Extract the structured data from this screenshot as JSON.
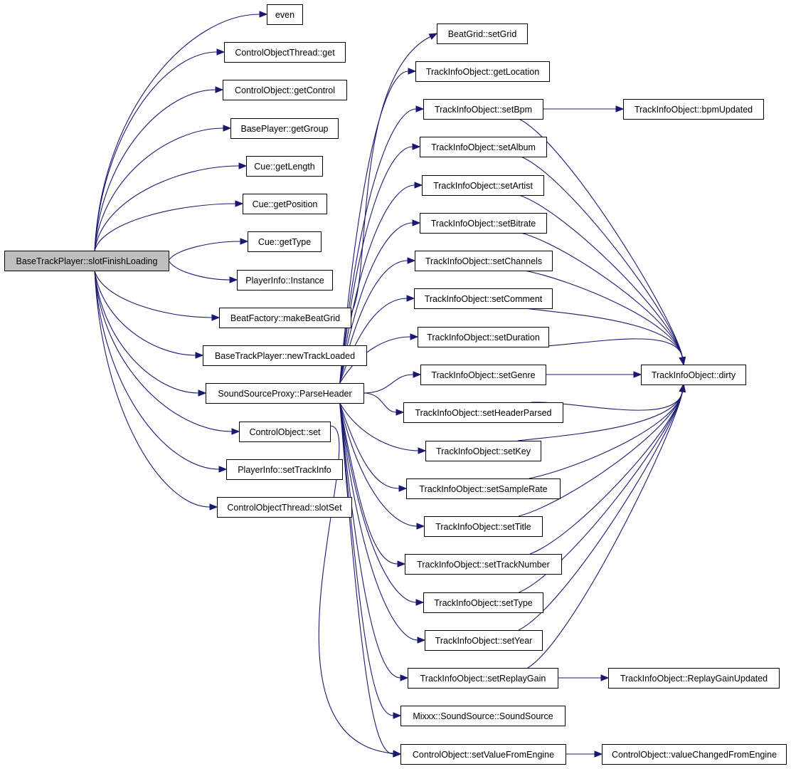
{
  "nodes": [
    {
      "id": "root",
      "label": "BaseTrackPlayer::slotFinishLoading",
      "root": true
    },
    {
      "id": "even",
      "label": "even"
    },
    {
      "id": "cot_get",
      "label": "ControlObjectThread::get"
    },
    {
      "id": "co_getControl",
      "label": "ControlObject::getControl"
    },
    {
      "id": "bp_getGroup",
      "label": "BasePlayer::getGroup"
    },
    {
      "id": "cue_getLength",
      "label": "Cue::getLength"
    },
    {
      "id": "cue_getPosition",
      "label": "Cue::getPosition"
    },
    {
      "id": "cue_getType",
      "label": "Cue::getType"
    },
    {
      "id": "pi_instance",
      "label": "PlayerInfo::Instance"
    },
    {
      "id": "bf_make",
      "label": "BeatFactory::makeBeatGrid"
    },
    {
      "id": "btp_new",
      "label": "BaseTrackPlayer::newTrackLoaded"
    },
    {
      "id": "ssp_parse",
      "label": "SoundSourceProxy::ParseHeader"
    },
    {
      "id": "co_set",
      "label": "ControlObject::set"
    },
    {
      "id": "pi_set",
      "label": "PlayerInfo::setTrackInfo"
    },
    {
      "id": "cot_slotSet",
      "label": "ControlObjectThread::slotSet"
    },
    {
      "id": "bg_setGrid",
      "label": "BeatGrid::setGrid"
    },
    {
      "id": "tio_getLocation",
      "label": "TrackInfoObject::getLocation"
    },
    {
      "id": "tio_setBpm",
      "label": "TrackInfoObject::setBpm"
    },
    {
      "id": "tio_setAlbum",
      "label": "TrackInfoObject::setAlbum"
    },
    {
      "id": "tio_setArtist",
      "label": "TrackInfoObject::setArtist"
    },
    {
      "id": "tio_setBitrate",
      "label": "TrackInfoObject::setBitrate"
    },
    {
      "id": "tio_setChannels",
      "label": "TrackInfoObject::setChannels"
    },
    {
      "id": "tio_setComment",
      "label": "TrackInfoObject::setComment"
    },
    {
      "id": "tio_setDuration",
      "label": "TrackInfoObject::setDuration"
    },
    {
      "id": "tio_setGenre",
      "label": "TrackInfoObject::setGenre"
    },
    {
      "id": "tio_setHeaderParsed",
      "label": "TrackInfoObject::setHeaderParsed"
    },
    {
      "id": "tio_setKey",
      "label": "TrackInfoObject::setKey"
    },
    {
      "id": "tio_setSampleRate",
      "label": "TrackInfoObject::setSampleRate"
    },
    {
      "id": "tio_setTitle",
      "label": "TrackInfoObject::setTitle"
    },
    {
      "id": "tio_setTrackNumber",
      "label": "TrackInfoObject::setTrackNumber"
    },
    {
      "id": "tio_setType",
      "label": "TrackInfoObject::setType"
    },
    {
      "id": "tio_setYear",
      "label": "TrackInfoObject::setYear"
    },
    {
      "id": "tio_setReplayGain",
      "label": "TrackInfoObject::setReplayGain"
    },
    {
      "id": "mixxx_ss",
      "label": "Mixxx::SoundSource::SoundSource"
    },
    {
      "id": "co_setVFE",
      "label": "ControlObject::setValueFromEngine"
    },
    {
      "id": "tio_bpmUpdated",
      "label": "TrackInfoObject::bpmUpdated"
    },
    {
      "id": "tio_dirty",
      "label": "TrackInfoObject::dirty"
    },
    {
      "id": "tio_rgUpdated",
      "label": "TrackInfoObject::ReplayGainUpdated"
    },
    {
      "id": "co_vcfe",
      "label": "ControlObject::valueChangedFromEngine"
    }
  ],
  "edges": [
    [
      "root",
      "even"
    ],
    [
      "root",
      "cot_get"
    ],
    [
      "root",
      "co_getControl"
    ],
    [
      "root",
      "bp_getGroup"
    ],
    [
      "root",
      "cue_getLength"
    ],
    [
      "root",
      "cue_getPosition"
    ],
    [
      "root",
      "cue_getType"
    ],
    [
      "root",
      "pi_instance"
    ],
    [
      "root",
      "bf_make"
    ],
    [
      "root",
      "btp_new"
    ],
    [
      "root",
      "ssp_parse"
    ],
    [
      "root",
      "co_set"
    ],
    [
      "root",
      "pi_set"
    ],
    [
      "root",
      "cot_slotSet"
    ],
    [
      "bf_make",
      "bg_setGrid"
    ],
    [
      "ssp_parse",
      "tio_getLocation"
    ],
    [
      "ssp_parse",
      "tio_setBpm"
    ],
    [
      "ssp_parse",
      "tio_setAlbum"
    ],
    [
      "ssp_parse",
      "tio_setArtist"
    ],
    [
      "ssp_parse",
      "tio_setBitrate"
    ],
    [
      "ssp_parse",
      "tio_setChannels"
    ],
    [
      "ssp_parse",
      "tio_setComment"
    ],
    [
      "ssp_parse",
      "tio_setDuration"
    ],
    [
      "ssp_parse",
      "tio_setGenre"
    ],
    [
      "ssp_parse",
      "tio_setHeaderParsed"
    ],
    [
      "ssp_parse",
      "tio_setKey"
    ],
    [
      "ssp_parse",
      "tio_setSampleRate"
    ],
    [
      "ssp_parse",
      "tio_setTitle"
    ],
    [
      "ssp_parse",
      "tio_setTrackNumber"
    ],
    [
      "ssp_parse",
      "tio_setType"
    ],
    [
      "ssp_parse",
      "tio_setYear"
    ],
    [
      "ssp_parse",
      "tio_setReplayGain"
    ],
    [
      "ssp_parse",
      "mixxx_ss"
    ],
    [
      "ssp_parse",
      "co_setVFE"
    ],
    [
      "co_set",
      "co_setVFE"
    ],
    [
      "tio_setBpm",
      "tio_bpmUpdated"
    ],
    [
      "tio_setBpm",
      "tio_dirty"
    ],
    [
      "tio_setAlbum",
      "tio_dirty"
    ],
    [
      "tio_setArtist",
      "tio_dirty"
    ],
    [
      "tio_setBitrate",
      "tio_dirty"
    ],
    [
      "tio_setChannels",
      "tio_dirty"
    ],
    [
      "tio_setComment",
      "tio_dirty"
    ],
    [
      "tio_setDuration",
      "tio_dirty"
    ],
    [
      "tio_setGenre",
      "tio_dirty"
    ],
    [
      "tio_setHeaderParsed",
      "tio_dirty"
    ],
    [
      "tio_setKey",
      "tio_dirty"
    ],
    [
      "tio_setSampleRate",
      "tio_dirty"
    ],
    [
      "tio_setTitle",
      "tio_dirty"
    ],
    [
      "tio_setTrackNumber",
      "tio_dirty"
    ],
    [
      "tio_setType",
      "tio_dirty"
    ],
    [
      "tio_setYear",
      "tio_dirty"
    ],
    [
      "tio_setReplayGain",
      "tio_dirty"
    ],
    [
      "tio_setReplayGain",
      "tio_rgUpdated"
    ],
    [
      "co_setVFE",
      "co_vcfe"
    ]
  ],
  "colors": {
    "edge": "#191970",
    "root_fill": "#bfbfbf",
    "node_fill": "#ffffff",
    "border": "#000000"
  }
}
